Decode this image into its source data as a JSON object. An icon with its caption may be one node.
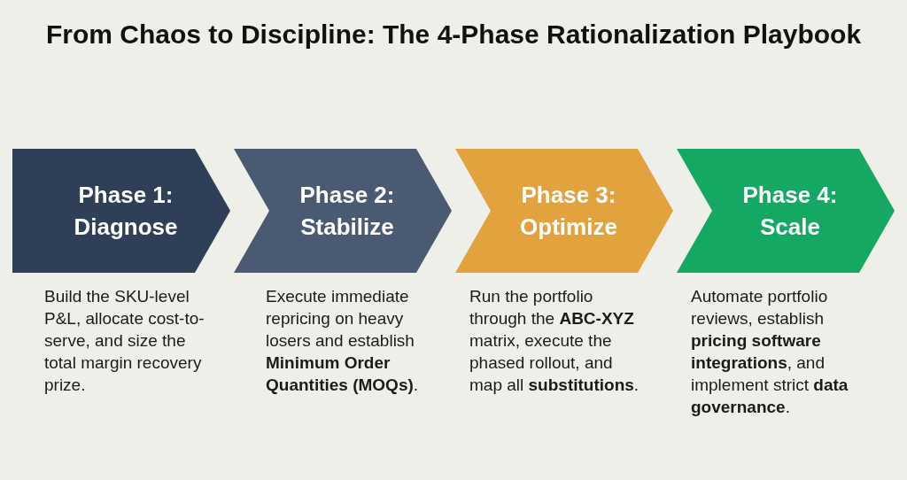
{
  "diagram": {
    "title": "From Chaos to Discipline: The 4-Phase Rationalization Playbook",
    "nodes": [
      {
        "text": [
          "Phase 1: Diagnose"
        ],
        "beside": [
          "Build the SKU-level P&L, allocate cost-to-serve, and size the total margin recovery prize."
        ]
      },
      {
        "text": [
          "Phase 2: Stabilize"
        ],
        "beside": [
          "Execute immediate repricing on heavy losers and establish **Minimum Order Quantities (MOQs)**."
        ]
      },
      {
        "text": [
          "Phase 3: Optimize"
        ],
        "beside": [
          "Run the portfolio through the **ABC-XYZ** matrix, execute the phased rollout, and map all **substitutions**."
        ]
      },
      {
        "text": [
          "Phase 4: Scale"
        ],
        "beside": [
          "Automate portfolio reviews, establish **pricing software integrations**, and implement strict **data governance**."
        ]
      }
    ]
  }
}
